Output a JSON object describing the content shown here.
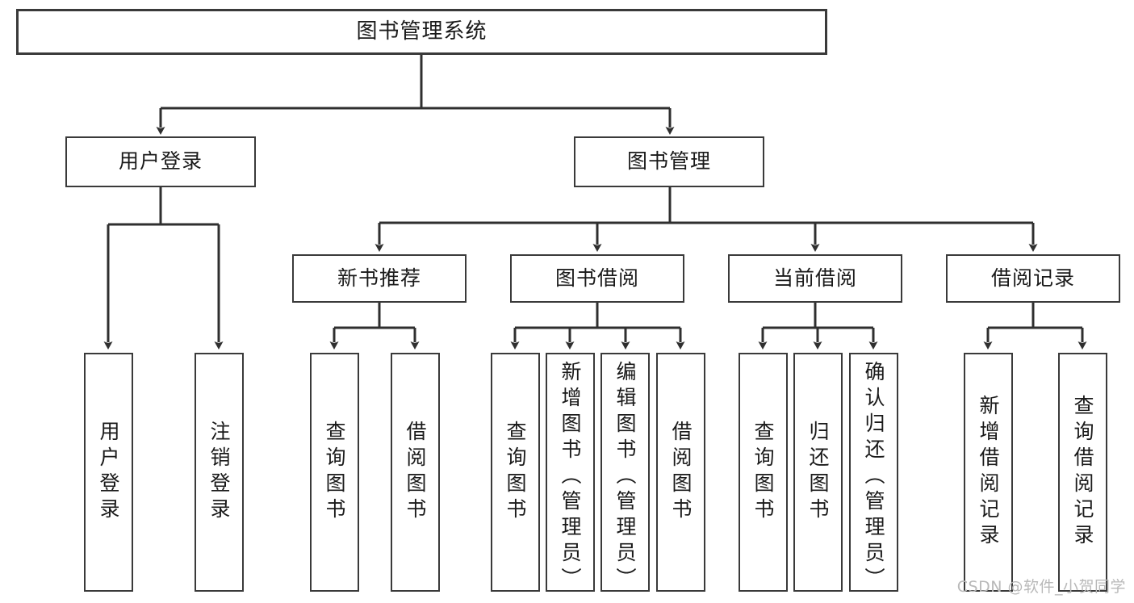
{
  "diagram": {
    "title": "图书管理系统",
    "type": "tree-hierarchy-functional-structure",
    "watermark": "CSDN @软件_小贺同学",
    "colors": {
      "box_border": "#3a3a3a",
      "box_fill": "#ffffff",
      "edge": "#2f2f2f",
      "text": "#1a1a1a",
      "watermark": "#b9b9b9"
    },
    "nodes": {
      "root": {
        "label": "图书管理系统"
      },
      "level2": [
        {
          "id": "user-login",
          "label": "用户登录"
        },
        {
          "id": "book-manage",
          "label": "图书管理"
        }
      ],
      "level3": [
        {
          "id": "new-book-recommend",
          "label": "新书推荐"
        },
        {
          "id": "book-borrow",
          "label": "图书借阅"
        },
        {
          "id": "current-borrow",
          "label": "当前借阅"
        },
        {
          "id": "borrow-record",
          "label": "借阅记录"
        }
      ],
      "leaves": [
        {
          "id": "leaf-user-login",
          "label": "用户登录",
          "parent": "user-login"
        },
        {
          "id": "leaf-logout-login",
          "label": "注销登录",
          "parent": "user-login"
        },
        {
          "id": "leaf-query-book-1",
          "label": "查询图书",
          "parent": "new-book-recommend"
        },
        {
          "id": "leaf-borrow-book-1",
          "label": "借阅图书",
          "parent": "new-book-recommend"
        },
        {
          "id": "leaf-query-book-2",
          "label": "查询图书",
          "parent": "book-borrow"
        },
        {
          "id": "leaf-add-book",
          "label": "新增图书（管理员）",
          "parent": "book-borrow"
        },
        {
          "id": "leaf-edit-book",
          "label": "编辑图书（管理员）",
          "parent": "book-borrow"
        },
        {
          "id": "leaf-borrow-book-2",
          "label": "借阅图书",
          "parent": "book-borrow"
        },
        {
          "id": "leaf-query-book-3",
          "label": "查询图书",
          "parent": "current-borrow"
        },
        {
          "id": "leaf-return-book",
          "label": "归还图书",
          "parent": "current-borrow"
        },
        {
          "id": "leaf-confirm-return",
          "label": "确认归还（管理员）",
          "parent": "current-borrow"
        },
        {
          "id": "leaf-add-record",
          "label": "新增借阅记录",
          "parent": "borrow-record"
        },
        {
          "id": "leaf-query-record",
          "label": "查询借阅记录",
          "parent": "borrow-record"
        }
      ]
    }
  }
}
